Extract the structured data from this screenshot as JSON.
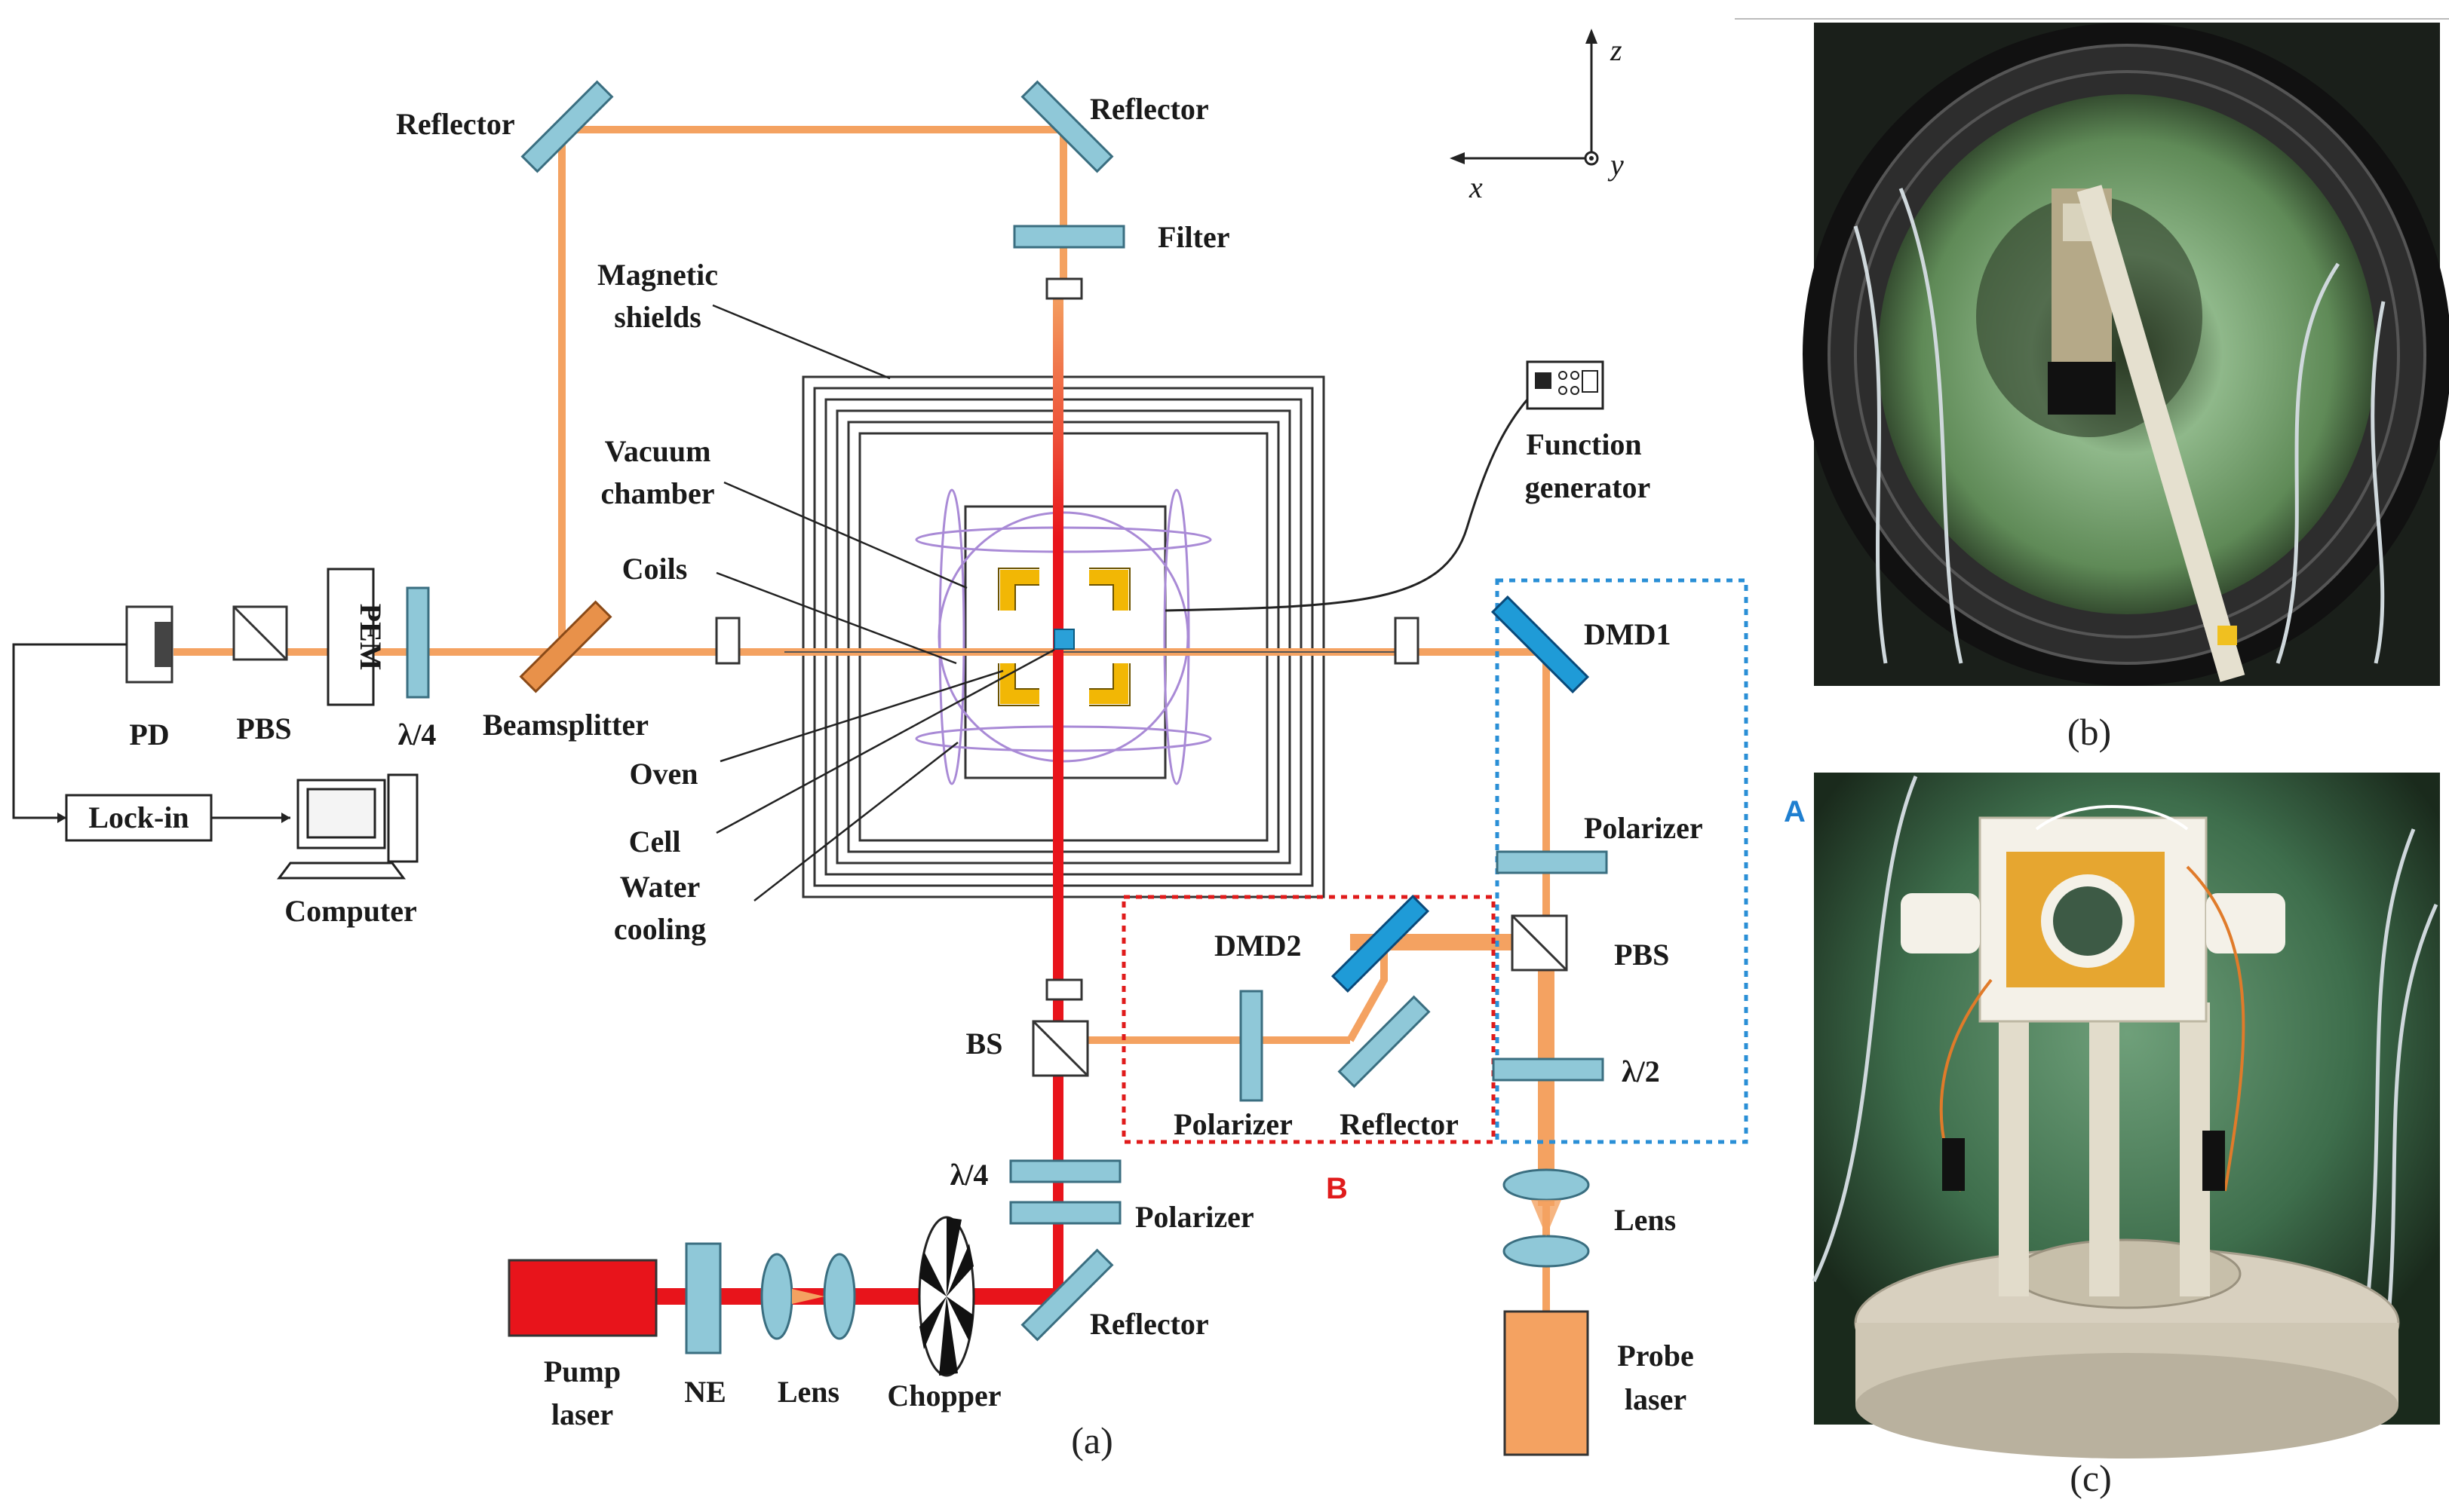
{
  "labels": {
    "reflector_top_left": "Reflector",
    "reflector_top_right": "Reflector",
    "filter": "Filter",
    "magnetic_shields_1": "Magnetic",
    "magnetic_shields_2": "shields",
    "vacuum_chamber_1": "Vacuum",
    "vacuum_chamber_2": "chamber",
    "coils": "Coils",
    "oven": "Oven",
    "cell": "Cell",
    "water_cooling_1": "Water",
    "water_cooling_2": "cooling",
    "function_generator_1": "Function",
    "function_generator_2": "generator",
    "pd": "PD",
    "pbs_left": "PBS",
    "pem": "PEM",
    "quarter_wave_left": "λ/4",
    "beamsplitter": "Beamsplitter",
    "lockin": "Lock-in",
    "computer": "Computer",
    "dmd1": "DMD1",
    "polarizer_right": "Polarizer",
    "pbs_right": "PBS",
    "half_wave": "λ/2",
    "lens_right": "Lens",
    "probe_laser_1": "Probe",
    "probe_laser_2": "laser",
    "dmd2": "DMD2",
    "polarizer_b": "Polarizer",
    "reflector_b": "Reflector",
    "bs": "BS",
    "quarter_wave_bottom": "λ/4",
    "polarizer_bottom": "Polarizer",
    "reflector_bottom": "Reflector",
    "pump_laser_1": "Pump",
    "pump_laser_2": "laser",
    "ne": "NE",
    "lens_bottom": "Lens",
    "chopper": "Chopper",
    "tag_a": "A",
    "tag_b": "B"
  },
  "axes": {
    "z": "z",
    "x": "x",
    "y": "y"
  },
  "captions": {
    "a": "(a)",
    "b": "(b)",
    "c": "(c)"
  },
  "colors": {
    "probe_beam": "#f4a261",
    "pump_beam": "#e8141b",
    "oven": "#f2b705",
    "coils": "#a98ad6",
    "box_a": "#2a8fd6",
    "box_b": "#e01b1b",
    "dmd": "#1f9bd7",
    "pump_laser": "#e8141b",
    "probe_laser": "#f4a261"
  }
}
